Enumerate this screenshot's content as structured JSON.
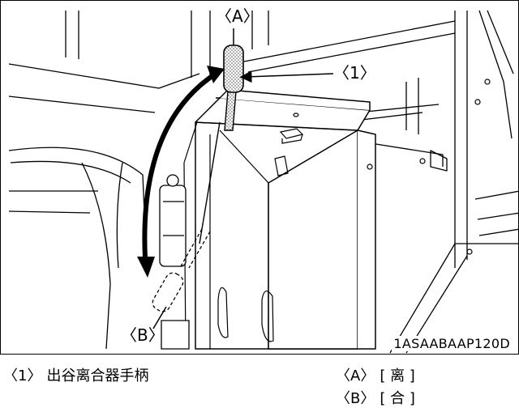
{
  "figure": {
    "code": "1ASAABAAP120D",
    "callouts": {
      "a": "〈A〉",
      "b": "〈B〉",
      "one": "〈1〉"
    }
  },
  "legend": {
    "item1": {
      "marker": "〈1〉",
      "text": "出谷离合器手柄"
    },
    "positions": [
      {
        "marker": "〈A〉",
        "text": "[ 离 ]"
      },
      {
        "marker": "〈B〉",
        "text": "[ 合 ]"
      }
    ]
  }
}
